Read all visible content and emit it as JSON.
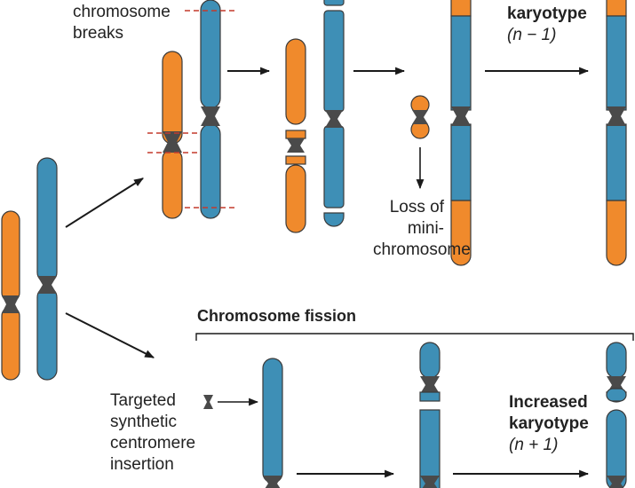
{
  "labels": {
    "chromosome_breaks": [
      "chromosome",
      "breaks"
    ],
    "reduced_karyotype": {
      "title": "karyotype",
      "formula": "(n − 1)"
    },
    "loss_minichromosome": [
      "Loss of",
      "mini-",
      "chromosome"
    ],
    "fission_title": "Chromosome fission",
    "targeted_insertion": [
      "Targeted",
      "synthetic",
      "centromere",
      "insertion"
    ],
    "increased_karyotype": {
      "title_line1": "Increased",
      "title_line2": "karyotype",
      "formula": "(n + 1)"
    }
  },
  "colors": {
    "orange_chromatid": "#f08a2c",
    "blue_chromatid": "#3e8fb6",
    "centromere": "#4a4a4a",
    "break_line": "#c43a2c",
    "arrow": "#1a1a1a"
  }
}
